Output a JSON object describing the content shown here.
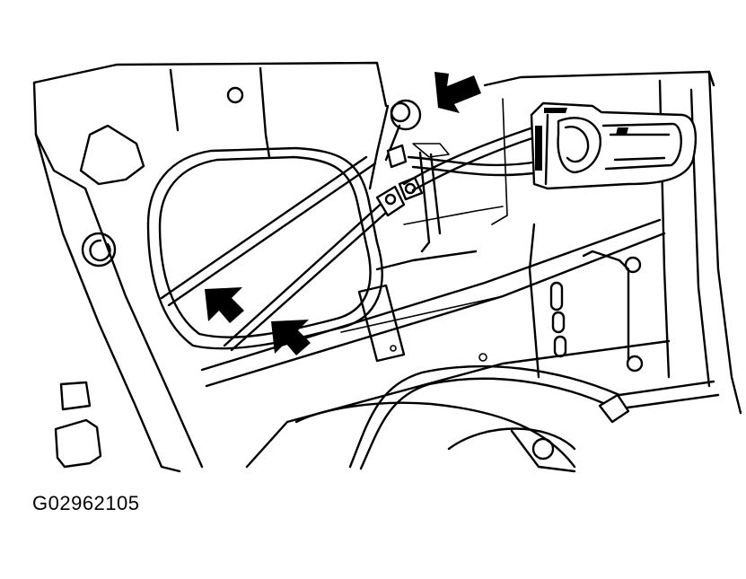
{
  "figure": {
    "code": "G02962105"
  },
  "arrows": [
    {
      "name": "callout-arrow-top-right",
      "points_to": "cable-clip-upper"
    },
    {
      "name": "callout-arrow-middle-left",
      "points_to": "rod-clip-left"
    },
    {
      "name": "callout-arrow-lower-middle",
      "points_to": "rod-clip-right"
    }
  ],
  "colors": {
    "line": "#000000",
    "background": "#ffffff"
  }
}
